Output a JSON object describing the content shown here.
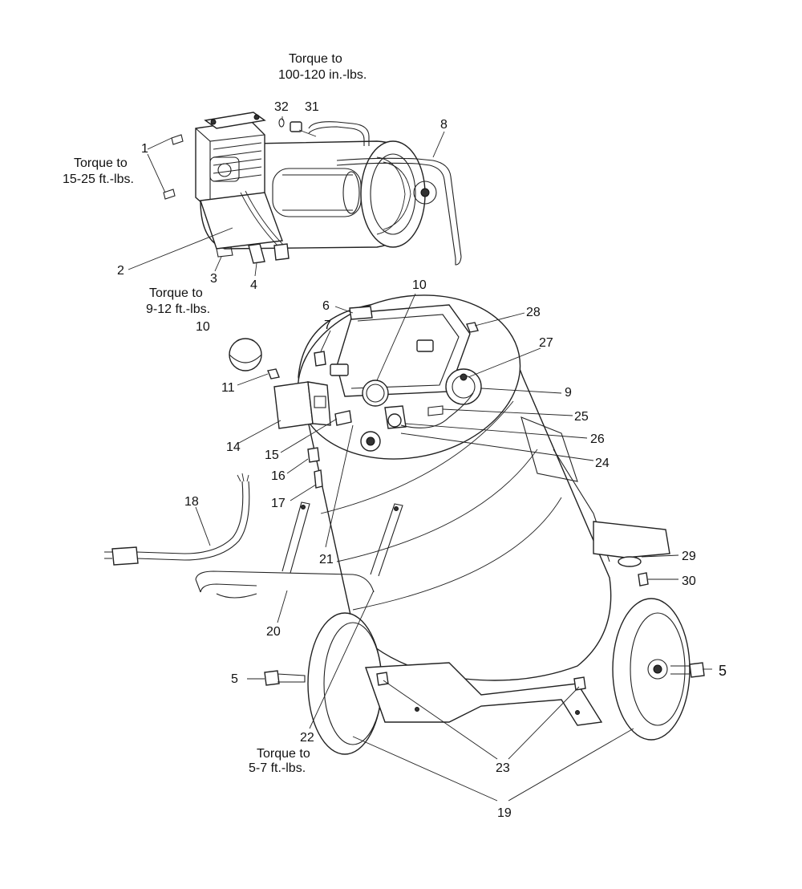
{
  "callouts": {
    "c1": "1",
    "c2": "2",
    "c3": "3",
    "c4": "4",
    "c5a": "5",
    "c5b": "5",
    "c6": "6",
    "c7": "7",
    "c8": "8",
    "c9": "9",
    "c10a": "10",
    "c10b": "10",
    "c11": "11",
    "c14": "14",
    "c15": "15",
    "c16": "16",
    "c17": "17",
    "c18": "18",
    "c19": "19",
    "c20": "20",
    "c21": "21",
    "c22": "22",
    "c23": "23",
    "c24": "24",
    "c25": "25",
    "c26": "26",
    "c27": "27",
    "c28": "28",
    "c29": "29",
    "c30": "30",
    "c31": "31",
    "c32": "32"
  },
  "notes": {
    "torque_31_line1": "Torque to",
    "torque_31_line2": "100-120 in.-lbs.",
    "torque_1_line1": "Torque to",
    "torque_1_line2": "15-25 ft.-lbs.",
    "torque_3_line1": "Torque to",
    "torque_3_line2": "9-12 ft.-lbs.",
    "torque_22_line1": "Torque to",
    "torque_22_line2": "5-7 ft.-lbs."
  }
}
